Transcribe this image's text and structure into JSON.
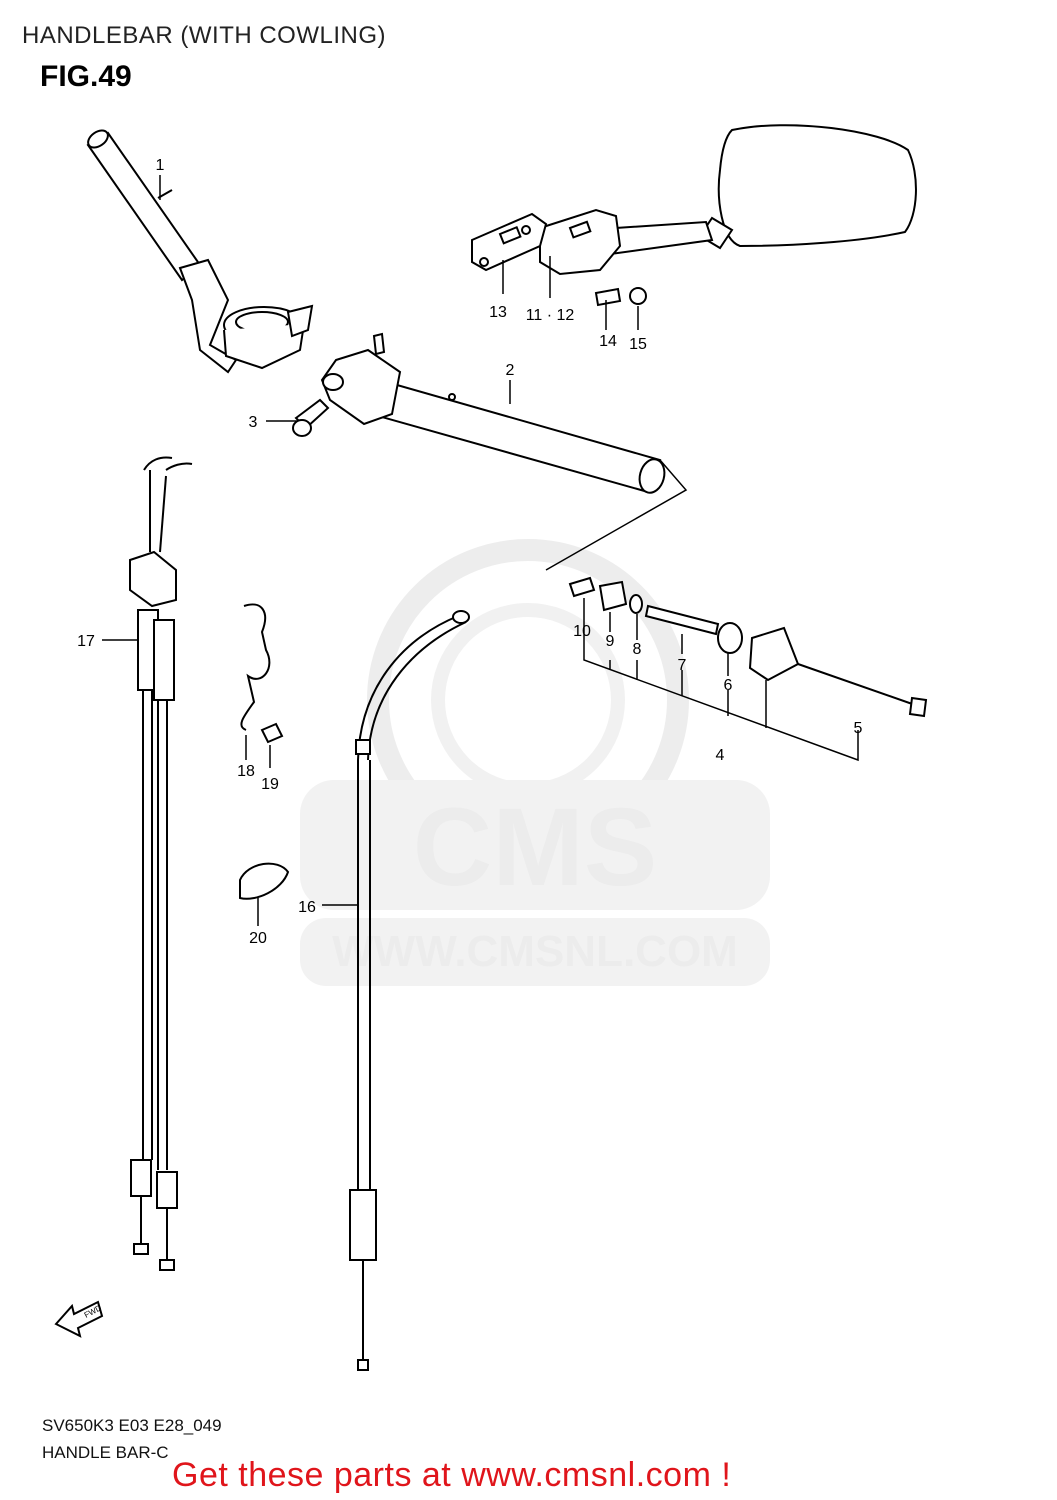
{
  "header": {
    "title": "HANDLEBAR (WITH COWLING)",
    "figure": "FIG.49"
  },
  "watermark": {
    "brand": "CMS",
    "url": "WWW.CMSNL.COM",
    "color": "#e8e8e8"
  },
  "callouts": {
    "c1": "1",
    "c2": "2",
    "c3": "3",
    "c4": "4",
    "c5": "5",
    "c6": "6",
    "c7": "7",
    "c8": "8",
    "c9": "9",
    "c10": "10",
    "c11_12": "11 · 12",
    "c13": "13",
    "c14": "14",
    "c15": "15",
    "c16": "16",
    "c17": "17",
    "c18": "18",
    "c19": "19",
    "c20": "20"
  },
  "footer": {
    "model_code": "SV650K3 E03 E28_049",
    "section_name": "HANDLE BAR-C",
    "cta": "Get these parts at www.cmsnl.com !",
    "cta_color": "#e0151b"
  },
  "icons": {
    "direction_arrow": "fwd-arrow-icon",
    "direction_text": "FWD"
  }
}
